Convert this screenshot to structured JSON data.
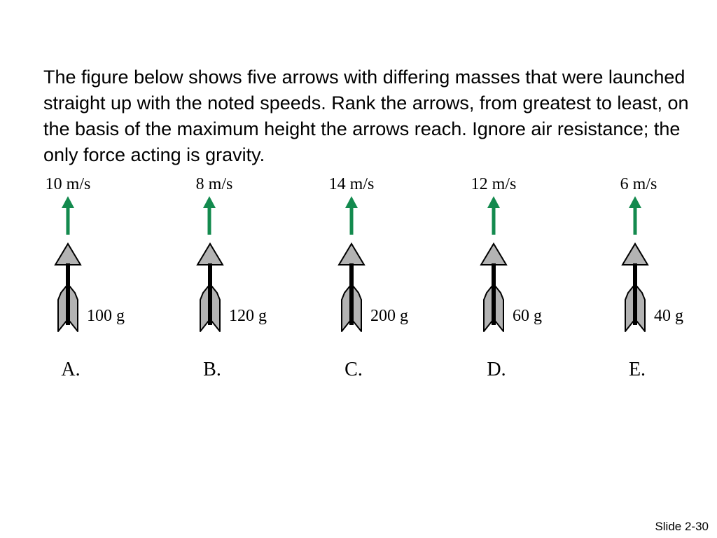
{
  "question": "The figure below shows five arrows with differing masses that were launched straight up with the noted speeds. Rank the arrows, from greatest to least, on the basis of the maximum height the arrows reach. Ignore air resistance; the only force acting is gravity.",
  "arrows": [
    {
      "speed": "10 m/s",
      "mass": "100 g",
      "letter": "A."
    },
    {
      "speed": "8 m/s",
      "mass": "120 g",
      "letter": "B."
    },
    {
      "speed": "14 m/s",
      "mass": "200 g",
      "letter": "C."
    },
    {
      "speed": "12 m/s",
      "mass": "60 g",
      "letter": "D."
    },
    {
      "speed": "6 m/s",
      "mass": "40 g",
      "letter": "E."
    }
  ],
  "colors": {
    "velocity_arrow": "#138a4e",
    "arrowhead_fill": "#b3b3b3",
    "shaft": "#000000",
    "fletching_fill": "#b3b3b3"
  },
  "slide_label": "Slide 2-30"
}
